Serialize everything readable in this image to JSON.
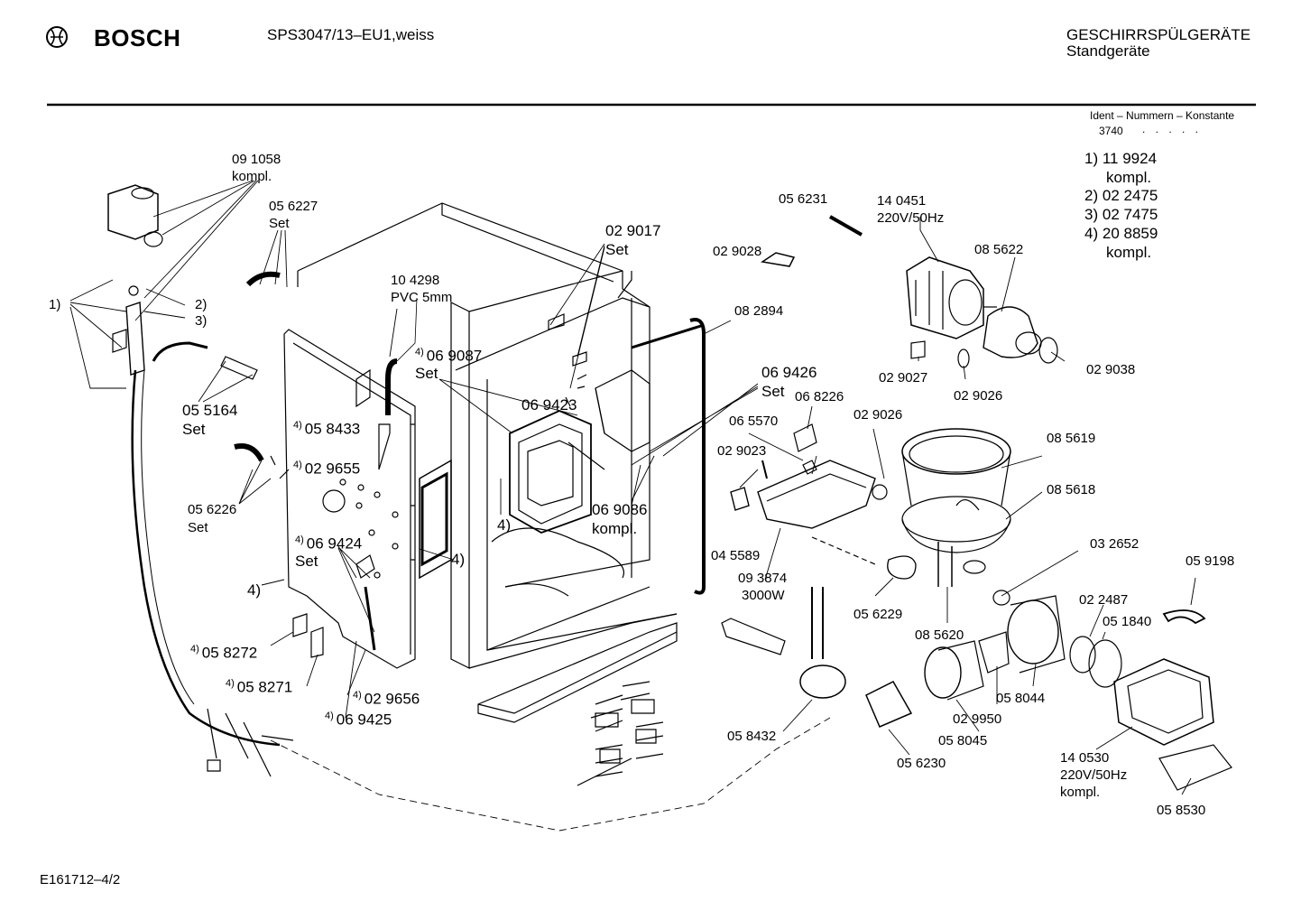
{
  "header": {
    "brand": "BOSCH",
    "model": "SPS3047/13–EU1,weiss",
    "category": "GESCHIRRSPÜLGERÄTE",
    "subcategory": "Standgeräte",
    "ident_label": "Ident – Nummern – Konstante",
    "ident_value": "3740"
  },
  "legend": {
    "items": [
      {
        "key": "1)",
        "part": "11 9924",
        "note": "kompl."
      },
      {
        "key": "2)",
        "part": "02 2475",
        "note": ""
      },
      {
        "key": "3)",
        "part": "02 7475",
        "note": ""
      },
      {
        "key": "4)",
        "part": "20 8859",
        "note": "kompl."
      }
    ]
  },
  "parts": {
    "p091058": "09 1058",
    "p091058n": "kompl.",
    "p056227": "05 6227",
    "p056227n": "Set",
    "k1": "1)",
    "k2": "2)",
    "k3": "3)",
    "p055164": "05 5164",
    "p055164n": "Set",
    "p104298": "10 4298",
    "p104298n": "PVC 5mm",
    "p069087": "06 9087",
    "p069087n": "Set",
    "p029017": "02 9017",
    "p029017n": "Set",
    "p029028": "02 9028",
    "p056231": "05 6231",
    "p140451": "14 0451",
    "p140451n": "220V/50Hz",
    "p085622": "08 5622",
    "p082894": "08 2894",
    "p058433": "05 8433",
    "p069423": "06 9423",
    "p029655": "02 9655",
    "p056226": "05 6226",
    "p056226n": "Set",
    "p069426": "06 9426",
    "p069426n": "Set",
    "p068226": "06 8226",
    "p065570": "06 5570",
    "p029027": "02 9027",
    "p029026a": "02 9026",
    "p029038": "02 9038",
    "p029026b": "02 9026",
    "p085619": "08 5619",
    "p029023": "02 9023",
    "p069086": "06 9086",
    "p069086n": "kompl.",
    "p085618": "08 5618",
    "p069424": "06 9424",
    "p069424n": "Set",
    "k4a": "4)",
    "k4b": "4)",
    "k4c": "4)",
    "p045589": "04 5589",
    "p093874": "09 3874",
    "p093874n": "3000W",
    "p032652": "03 2652",
    "p059198": "05 9198",
    "p056229": "05 6229",
    "p085620": "08 5620",
    "p022487": "02 2487",
    "p051840": "05 1840",
    "p058272": "05 8272",
    "p058271": "05 8271",
    "p029656": "02 9656",
    "p069425": "06 9425",
    "p058044": "05 8044",
    "p029950": "02 9950",
    "p058432": "05 8432",
    "p058045": "05 8045",
    "p056230": "05 6230",
    "p140530": "14 0530",
    "p140530n": "220V/50Hz",
    "p140530k": "kompl.",
    "p058530": "05 8530"
  },
  "footer": {
    "doc_id": "E161712–4/2"
  }
}
